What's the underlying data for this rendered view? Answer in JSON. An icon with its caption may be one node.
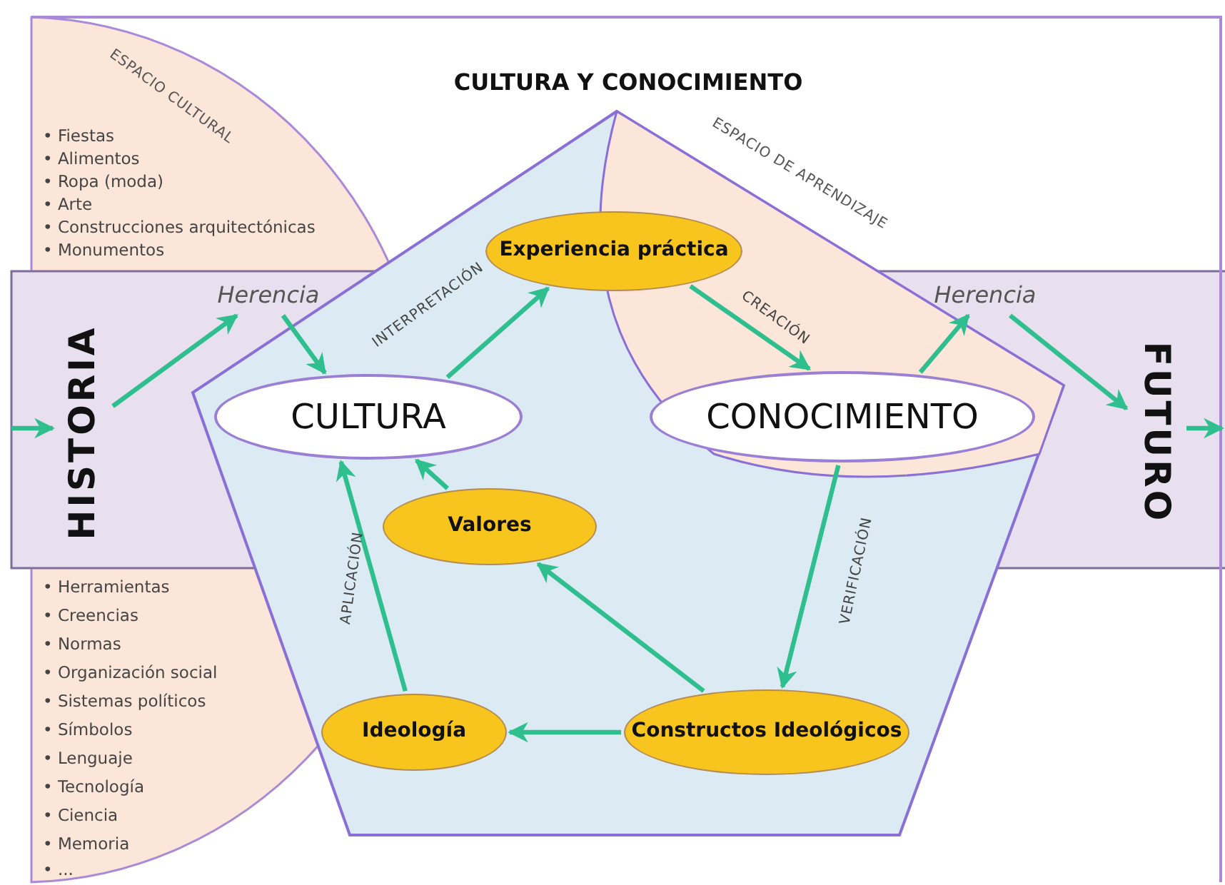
{
  "diagram": {
    "title": "CULTURA Y CONOCIMIENTO",
    "nodes": [
      {
        "text": [
          "HISTORIA"
        ]
      },
      {
        "text": [
          "Herencia"
        ]
      },
      {
        "text": [
          "Experiencia práctica"
        ]
      },
      {
        "text": [
          "CULTURA"
        ]
      },
      {
        "text": [
          "Herencia"
        ]
      },
      {
        "text": [
          "CONOCIMIENTO"
        ]
      },
      {
        "text": [
          "FUTURO"
        ]
      },
      {
        "text": [
          "Valores"
        ]
      },
      {
        "text": [
          "Ideología"
        ]
      },
      {
        "text": [
          "Constructos Ideológicos"
        ]
      }
    ],
    "edges": [
      {
        "from": null,
        "to": 0,
        "arrow": "to"
      },
      {
        "from": 0,
        "to": 1,
        "arrow": "to"
      },
      {
        "from": 1,
        "to": 3,
        "arrow": "to"
      },
      {
        "from": 3,
        "to": 2,
        "arrow": "to",
        "label": "INTERPRETACIÓN"
      },
      {
        "from": 2,
        "to": 5,
        "arrow": "to",
        "label": "CREACIÓN"
      },
      {
        "from": 5,
        "to": 4,
        "arrow": "to"
      },
      {
        "from": 4,
        "to": 6,
        "arrow": "to"
      },
      {
        "from": 6,
        "to": null,
        "arrow": "to"
      },
      {
        "from": 5,
        "to": 9,
        "arrow": "to",
        "label": "VERIFICACIÓN"
      },
      {
        "from": 9,
        "to": 8,
        "arrow": "to"
      },
      {
        "from": 9,
        "to": 7,
        "arrow": "to"
      },
      {
        "from": 7,
        "to": 3,
        "arrow": "to"
      },
      {
        "from": 8,
        "to": 3,
        "arrow": "to",
        "label": "APLICACIÓN"
      }
    ],
    "labels": [
      "ESPACIO CULTURAL",
      "• Fiestas",
      "• Alimentos",
      "• Ropa (moda)",
      "• Arte",
      "• Construcciones arquitectónicas",
      "• Monumentos",
      "ESPACIO DE APRENDIZAJE",
      "• Herramientas",
      "• Creencias",
      "• Normas",
      "• Organización social",
      "• Sistemas políticos",
      "• Símbolos",
      "• Lenguaje",
      "• Tecnología",
      "• Ciencia",
      "• Memoria",
      "• ..."
    ]
  }
}
